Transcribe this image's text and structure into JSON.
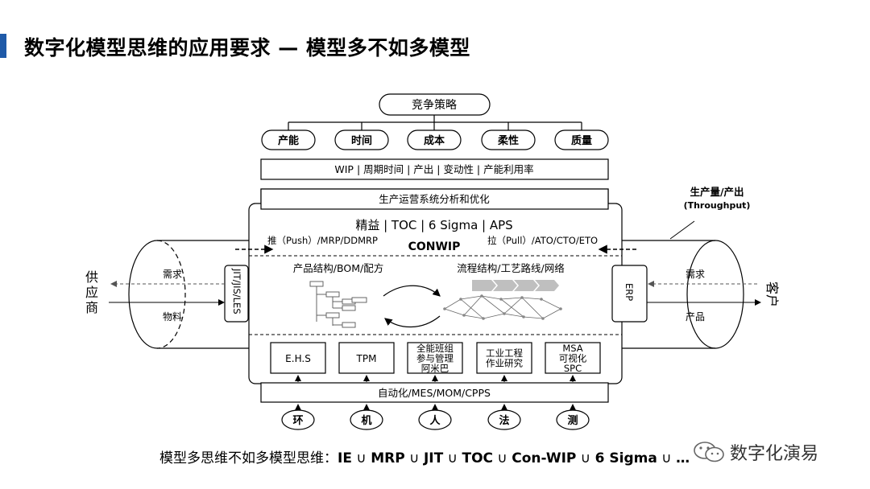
{
  "title": "数字化模型思维的应用要求 — 模型多不如多模型",
  "top": {
    "strategy": "竞争策略",
    "goals": [
      "产能",
      "时间",
      "成本",
      "柔性",
      "质量"
    ],
    "metrics": "WIP | 周期时间 | 产出 | 变动性 | 产能利用率",
    "analysis": "生产运营系统分析和优化"
  },
  "core": {
    "methods": "精益 | TOC | 6 Sigma | APS",
    "push": "推（Push）/MRP/DDMRP",
    "pull": "拉（Pull）/ATO/CTO/ETO",
    "conwip": "CONWIP",
    "left_panel_label": "产品结构/BOM/配方",
    "right_panel_label": "流程结构/工艺路线/网络",
    "support_boxes": [
      "E.H.S",
      "TPM",
      "全能班组\n参与管理\n阿米巴",
      "工业工程\n作业研究",
      "MSA\n可视化\nSPC"
    ],
    "base": "自动化/MES/MOM/CPPS",
    "foundation": [
      "环",
      "机",
      "人",
      "法",
      "测"
    ]
  },
  "left_side": {
    "supplier": "供应商",
    "box": "JIT/JIS/LES",
    "demand": "需求",
    "material": "物料"
  },
  "right_side": {
    "customer": "客户",
    "box": "ERP",
    "demand": "需求",
    "product": "产品",
    "throughput_cn": "生产量/产出",
    "throughput_en": "(Throughput)"
  },
  "bottom_prefix": "模型多思维不如多模型思维：",
  "bottom_items": [
    "IE",
    "MRP",
    "JIT",
    "TOC",
    "Con-WIP",
    "6 Sigma",
    "…"
  ],
  "bottom_union": "∪",
  "watermark": "数字化演易",
  "watermark_icon": "wechat-icon"
}
